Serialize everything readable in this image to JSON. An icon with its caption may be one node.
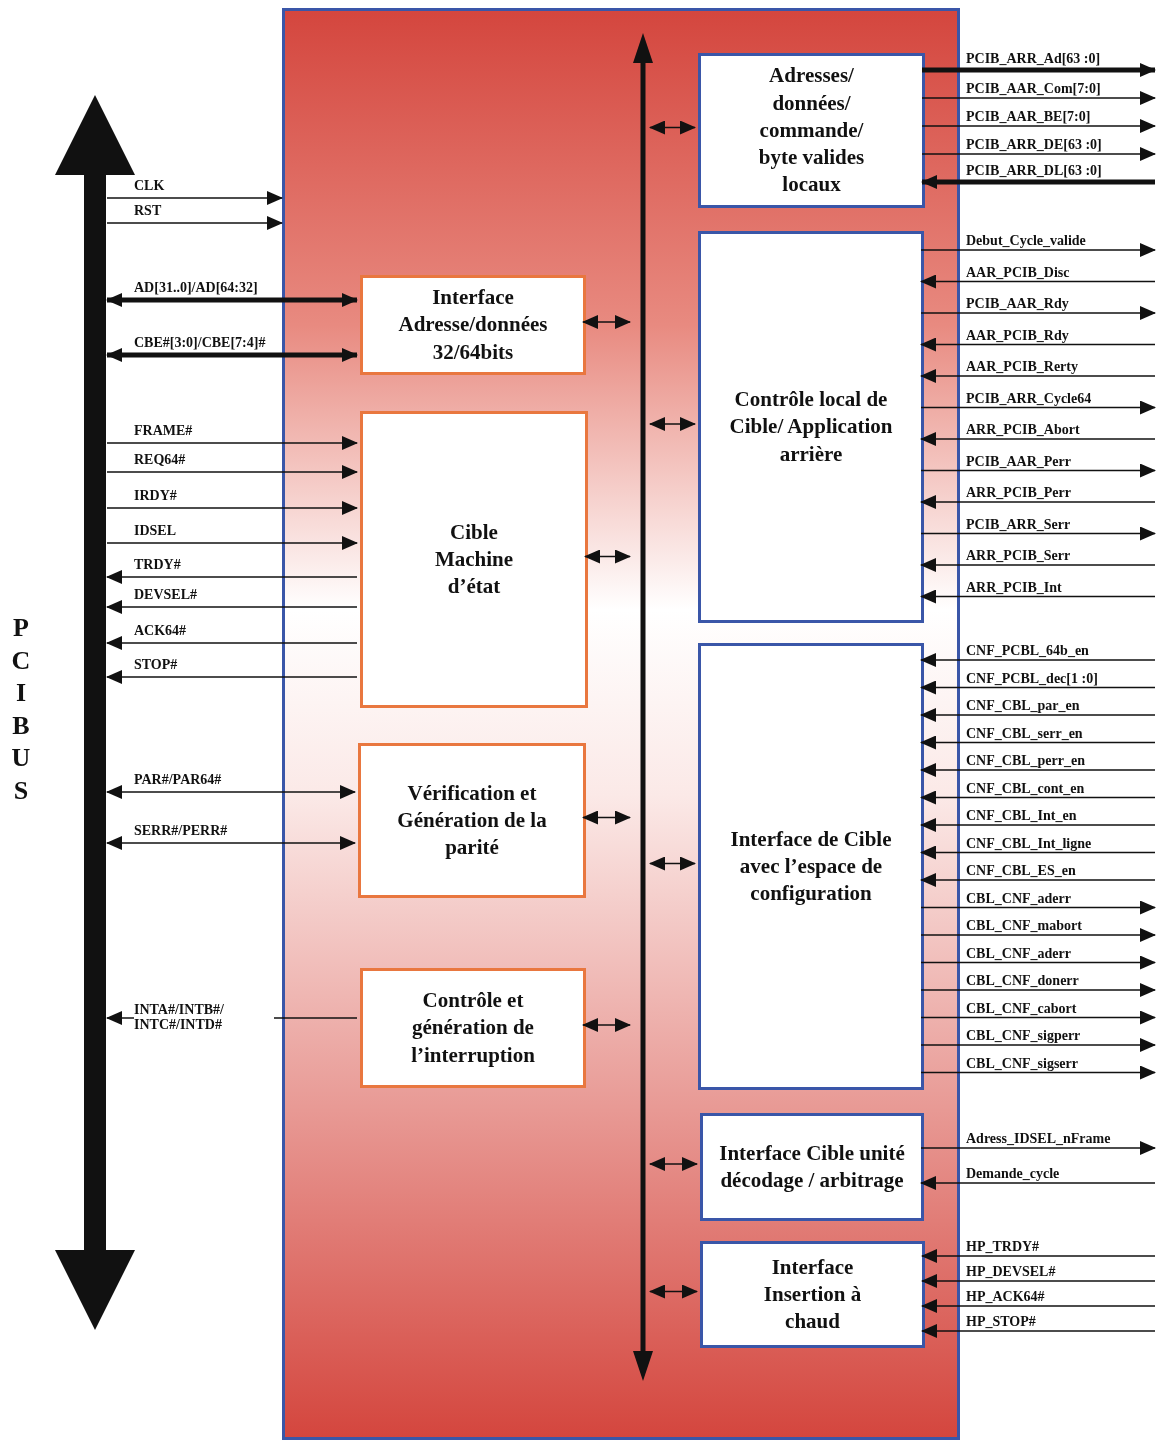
{
  "diagram": {
    "nodes": [
      {
        "text": [],
        "shape": "bar",
        "beside": [
          "PCI BUS"
        ]
      },
      {
        "text": [],
        "shape": "box"
      },
      {
        "text": [],
        "shape": "bar",
        "in": 1
      },
      {
        "text": [
          "Interface Adresse/données 32/64bits"
        ],
        "in": 1
      },
      {
        "text": [
          "Cible Machine d’état"
        ],
        "in": 1
      },
      {
        "text": [
          "Vérification et Génération de la parité"
        ],
        "in": 1
      },
      {
        "text": [
          "Contrôle et génération de l’interruption"
        ],
        "in": 1
      },
      {
        "text": [
          "Adresses/ données/ commande/ byte valides locaux"
        ],
        "in": 1
      },
      {
        "text": [
          "Contrôle local de Cible/ Application arrière"
        ],
        "in": 1
      },
      {
        "text": [
          "Interface de Cible avec l’espace de configuration"
        ],
        "in": 1
      },
      {
        "text": [
          "Interface Cible unité décodage / arbitrage"
        ],
        "in": 1
      },
      {
        "text": [
          "Interface Insertion à chaud"
        ],
        "in": 1
      }
    ],
    "edges": [
      {
        "from": 0,
        "to": 1,
        "arrow": "to",
        "label": "CLK"
      },
      {
        "from": 0,
        "to": 1,
        "arrow": "to",
        "label": "RST"
      },
      {
        "from": 0,
        "to": 3,
        "arrow": "both",
        "label": "AD[31..0]/AD[64:32]",
        "style": "thick"
      },
      {
        "from": 0,
        "to": 3,
        "arrow": "both",
        "label": "CBE#[3:0]/CBE[7:4]#",
        "style": "thick"
      },
      {
        "from": 0,
        "to": 4,
        "arrow": "to",
        "label": "FRAME#"
      },
      {
        "from": 0,
        "to": 4,
        "arrow": "to",
        "label": "REQ64#"
      },
      {
        "from": 0,
        "to": 4,
        "arrow": "to",
        "label": "IRDY#"
      },
      {
        "from": 0,
        "to": 4,
        "arrow": "to",
        "label": "IDSEL"
      },
      {
        "from": 4,
        "to": 0,
        "arrow": "to",
        "label": "TRDY#"
      },
      {
        "from": 4,
        "to": 0,
        "arrow": "to",
        "label": "DEVSEL#"
      },
      {
        "from": 4,
        "to": 0,
        "arrow": "to",
        "label": "ACK64#"
      },
      {
        "from": 4,
        "to": 0,
        "arrow": "to",
        "label": "STOP#"
      },
      {
        "from": 0,
        "to": 5,
        "arrow": "both",
        "label": "PAR#/PAR64#"
      },
      {
        "from": 0,
        "to": 5,
        "arrow": "both",
        "label": "SERR#/PERR#"
      },
      {
        "from": 6,
        "to": 0,
        "arrow": "to",
        "label": "INTA#/INTB#/ INTC#/INTD#"
      },
      {
        "from": 2,
        "to": 3,
        "arrow": "both"
      },
      {
        "from": 2,
        "to": 4,
        "arrow": "both"
      },
      {
        "from": 2,
        "to": 5,
        "arrow": "both"
      },
      {
        "from": 2,
        "to": 6,
        "arrow": "both"
      },
      {
        "from": 2,
        "to": 7,
        "arrow": "both"
      },
      {
        "from": 2,
        "to": 8,
        "arrow": "both"
      },
      {
        "from": 2,
        "to": 9,
        "arrow": "both"
      },
      {
        "from": 2,
        "to": 10,
        "arrow": "both"
      },
      {
        "from": 2,
        "to": 11,
        "arrow": "both"
      },
      {
        "from": 7,
        "to": null,
        "arrow": "to",
        "label": "PCIB_ARR_Ad[63 :0]",
        "style": "thick"
      },
      {
        "from": 7,
        "to": null,
        "arrow": "to",
        "label": "PCIB_AAR_Com[7:0]"
      },
      {
        "from": 7,
        "to": null,
        "arrow": "to",
        "label": "PCIB_AAR_BE[7:0]"
      },
      {
        "from": 7,
        "to": null,
        "arrow": "to",
        "label": "PCIB_ARR_DE[63 :0]"
      },
      {
        "from": null,
        "to": 7,
        "arrow": "to",
        "label": "PCIB_ARR_DL[63 :0]",
        "style": "thick"
      },
      {
        "from": 8,
        "to": null,
        "arrow": "to",
        "label": "Debut_Cycle_valide"
      },
      {
        "from": null,
        "to": 8,
        "arrow": "to",
        "label": "AAR_PCIB_Disc"
      },
      {
        "from": 8,
        "to": null,
        "arrow": "to",
        "label": "PCIB_AAR_Rdy"
      },
      {
        "from": null,
        "to": 8,
        "arrow": "to",
        "label": "AAR_PCIB_Rdy"
      },
      {
        "from": null,
        "to": 8,
        "arrow": "to",
        "label": "AAR_PCIB_Rerty"
      },
      {
        "from": 8,
        "to": null,
        "arrow": "to",
        "label": "PCIB_ARR_Cycle64"
      },
      {
        "from": null,
        "to": 8,
        "arrow": "to",
        "label": "ARR_PCIB_Abort"
      },
      {
        "from": 8,
        "to": null,
        "arrow": "to",
        "label": "PCIB_AAR_Perr"
      },
      {
        "from": null,
        "to": 8,
        "arrow": "to",
        "label": "ARR_PCIB_Perr"
      },
      {
        "from": 8,
        "to": null,
        "arrow": "to",
        "label": "PCIB_ARR_Serr"
      },
      {
        "from": null,
        "to": 8,
        "arrow": "to",
        "label": "ARR_PCIB_Serr"
      },
      {
        "from": null,
        "to": 8,
        "arrow": "to",
        "label": "ARR_PCIB_Int"
      },
      {
        "from": null,
        "to": 9,
        "arrow": "to",
        "label": "CNF_PCBL_64b_en"
      },
      {
        "from": null,
        "to": 9,
        "arrow": "to",
        "label": "CNF_PCBL_dec[1 :0]"
      },
      {
        "from": null,
        "to": 9,
        "arrow": "to",
        "label": "CNF_CBL_par_en"
      },
      {
        "from": null,
        "to": 9,
        "arrow": "to",
        "label": "CNF_CBL_serr_en"
      },
      {
        "from": null,
        "to": 9,
        "arrow": "to",
        "label": "CNF_CBL_perr_en"
      },
      {
        "from": null,
        "to": 9,
        "arrow": "to",
        "label": "CNF_CBL_cont_en"
      },
      {
        "from": null,
        "to": 9,
        "arrow": "to",
        "label": "CNF_CBL_Int_en"
      },
      {
        "from": null,
        "to": 9,
        "arrow": "to",
        "label": "CNF_CBL_Int_ligne"
      },
      {
        "from": null,
        "to": 9,
        "arrow": "to",
        "label": "CNF_CBL_ES_en"
      },
      {
        "from": 9,
        "to": null,
        "arrow": "to",
        "label": "CBL_CNF_aderr"
      },
      {
        "from": 9,
        "to": null,
        "arrow": "to",
        "label": "CBL_CNF_mabort"
      },
      {
        "from": 9,
        "to": null,
        "arrow": "to",
        "label": "CBL_CNF_aderr"
      },
      {
        "from": 9,
        "to": null,
        "arrow": "to",
        "label": "CBL_CNF_donerr"
      },
      {
        "from": 9,
        "to": null,
        "arrow": "to",
        "label": "CBL_CNF_cabort"
      },
      {
        "from": 9,
        "to": null,
        "arrow": "to",
        "label": "CBL_CNF_sigperr"
      },
      {
        "from": 9,
        "to": null,
        "arrow": "to",
        "label": "CBL_CNF_sigserr"
      },
      {
        "from": 10,
        "to": null,
        "arrow": "to",
        "label": "Adress_IDSEL_nFrame"
      },
      {
        "from": null,
        "to": 10,
        "arrow": "to",
        "label": "Demande_cycle"
      },
      {
        "from": null,
        "to": 11,
        "arrow": "to",
        "label": "HP_TRDY#"
      },
      {
        "from": null,
        "to": 11,
        "arrow": "to",
        "label": "HP_DEVSEL#"
      },
      {
        "from": null,
        "to": 11,
        "arrow": "to",
        "label": "HP_ACK64#"
      },
      {
        "from": null,
        "to": 11,
        "arrow": "to",
        "label": "HP_STOP#"
      }
    ]
  }
}
